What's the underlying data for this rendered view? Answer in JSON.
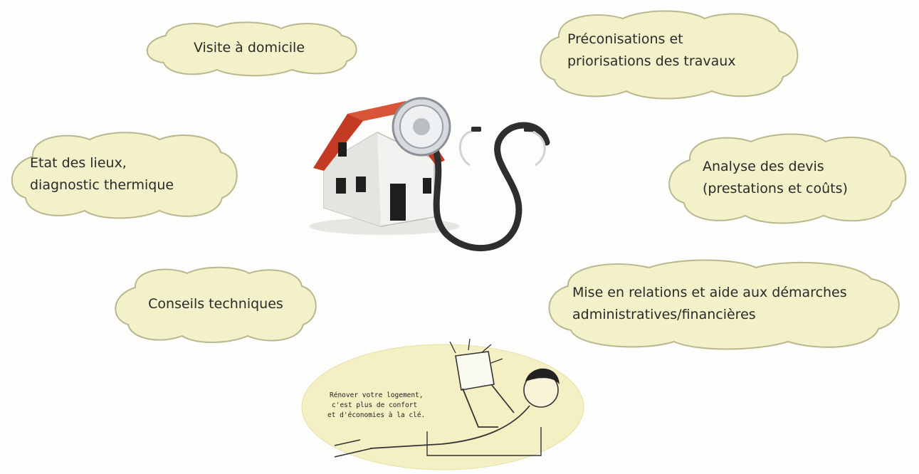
{
  "clouds": {
    "visit": {
      "lines": [
        "Visite à domicile"
      ]
    },
    "recommendations": {
      "lines": [
        "Préconisations et",
        "priorisations des travaux"
      ]
    },
    "inventory": {
      "lines": [
        "Etat des lieux,",
        "diagnostic thermique"
      ]
    },
    "quotes": {
      "lines": [
        "Analyse des devis",
        "(prestations et coûts)"
      ]
    },
    "advice": {
      "lines": [
        "Conseils techniques"
      ]
    },
    "relations": {
      "lines": [
        "Mise en relations et aide aux démarches",
        "administratives/financières"
      ]
    }
  },
  "illustration": {
    "icon": "house-with-stethoscope-icon"
  },
  "reading_figure": {
    "icon": "person-reading-icon",
    "caption_lines": [
      "Rénover votre logement,",
      "c'est plus de confort",
      "et d'économies à la clé."
    ]
  },
  "colors": {
    "cloud_fill": "#f3f1c9",
    "cloud_stroke": "#b9b78e",
    "roof": "#c23b22",
    "house_wall": "#f2f2f0",
    "tube": "#2e2e2e",
    "medallion": "#f4f0c4"
  }
}
